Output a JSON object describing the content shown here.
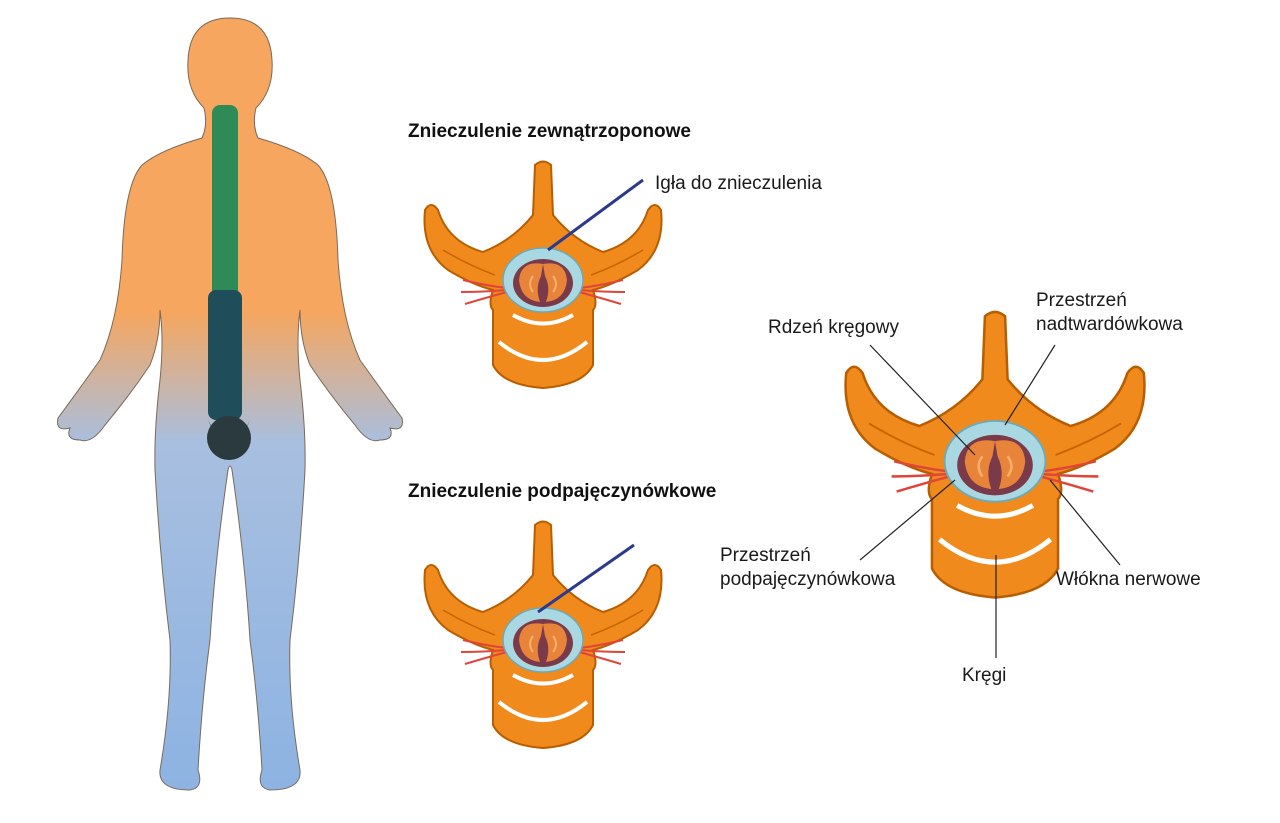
{
  "titles": {
    "epidural": "Znieczulenie zewnątrzoponowe",
    "spinal": "Znieczulenie podpajęczynówkowe"
  },
  "labels": {
    "needle": "Igła do znieczulenia",
    "spinal_cord": "Rdzeń kręgowy",
    "epidural_space_line1": "Przestrzeń",
    "epidural_space_line2": "nadtwardówkowa",
    "subarachnoid_space_line1": "Przestrzeń",
    "subarachnoid_space_line2": "podpajęczynówkowa",
    "nerve_fibers": "Włókna nerwowe",
    "vertebrae": "Kręgi"
  },
  "colors": {
    "body_top": "#F6A65E",
    "body_bottom": "#8DB3E2",
    "vertebra": "#F08A1C",
    "vertebra_outline": "#B85E00",
    "spine_upper": "#2E8B57",
    "spine_lower": "#1F4E5A",
    "dura": "#A9D8E3",
    "cord_outer": "#7B3A4A",
    "cord_inner": "#E8843A",
    "nerve": "#E0453A",
    "needle": "#2B3A8C"
  }
}
